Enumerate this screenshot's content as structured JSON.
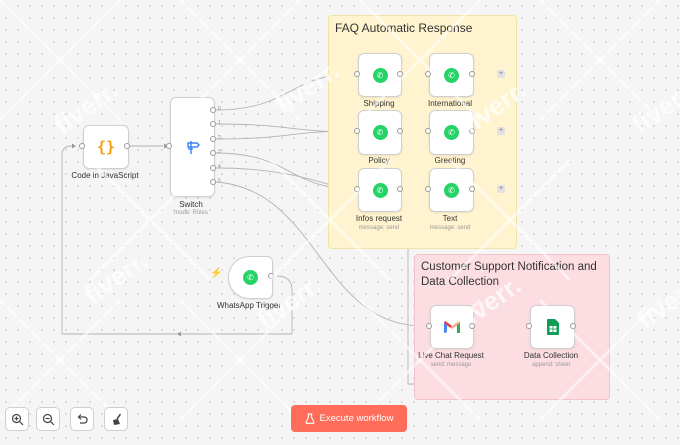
{
  "canvas": {
    "sticky_faq": {
      "title": "FAQ Automatic Response",
      "color": "#fff4cf"
    },
    "sticky_support": {
      "title": "Customer Support Notification and Data Collection",
      "color": "#fcdde2"
    },
    "nodes": {
      "code": {
        "label": "Code in JavaScript",
        "sub": ""
      },
      "switch": {
        "label": "Switch",
        "sub": "mode: Rules"
      },
      "whatsapp_trigger": {
        "label": "WhatsApp Trigger",
        "sub": ""
      },
      "shipping": {
        "label": "Shipping",
        "sub": ""
      },
      "international": {
        "label": "International",
        "sub": ""
      },
      "policy": {
        "label": "Policy",
        "sub": ""
      },
      "greeting": {
        "label": "Greeting",
        "sub": ""
      },
      "infos_request": {
        "label": "Infos request",
        "sub": "message: send"
      },
      "text": {
        "label": "Text",
        "sub": "message: send"
      },
      "live_chat": {
        "label": "Live Chat Request",
        "sub": "send: message"
      },
      "data_collection": {
        "label": "Data Collection",
        "sub": "append: sheet"
      }
    },
    "switch_outputs": [
      "0",
      "1",
      "2",
      "3",
      "4",
      "5"
    ],
    "plus": "+"
  },
  "toolbar": {
    "zoom_in_icon": "zoom-in-icon",
    "zoom_out_icon": "zoom-out-icon",
    "undo_icon": "undo-icon",
    "tidy_icon": "broom-icon",
    "execute_label": "Execute workflow"
  },
  "watermark": "fiverr.",
  "colors": {
    "accent": "#ff6d5a",
    "whatsapp": "#25d366",
    "gmail_red": "#ea4335",
    "sheets_green": "#0f9d58",
    "code_orange": "#f59e0b",
    "switch_blue": "#3b82f6"
  }
}
